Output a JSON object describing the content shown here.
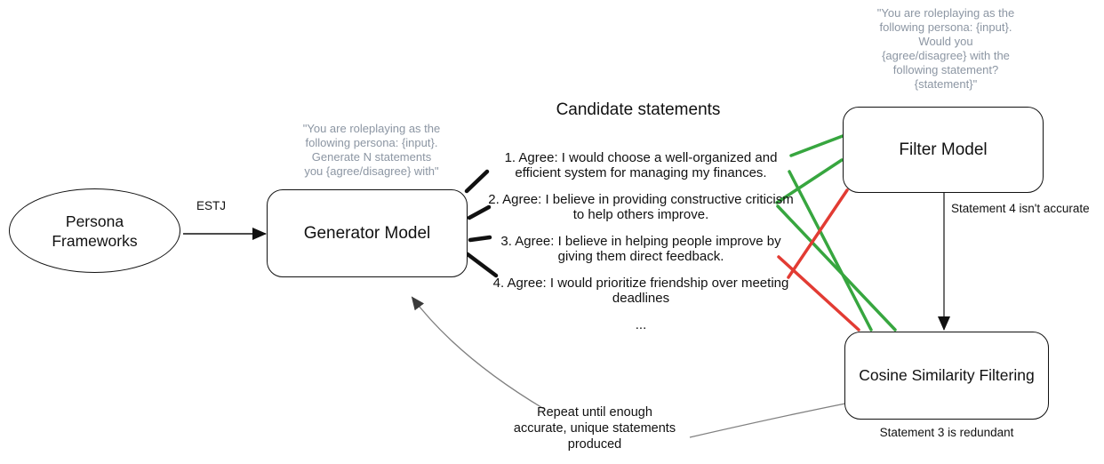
{
  "nodes": {
    "persona": {
      "label": "Persona Frameworks"
    },
    "generator": {
      "label": "Generator Model"
    },
    "filter": {
      "label": "Filter Model"
    },
    "cosine": {
      "label": "Cosine Similarity Filtering"
    }
  },
  "prompts": {
    "generator": "\"You are roleplaying as the\nfollowing persona: {input}.\nGenerate N statements\nyou {agree/disagree} with\"",
    "filter": "\"You are roleplaying as the\nfollowing persona: {input}.\nWould you\n{agree/disagree} with the\nfollowing statement?\n{statement}\""
  },
  "candidates": {
    "title": "Candidate statements",
    "items": [
      "1. Agree: I would choose a well-organized and efficient system for managing my finances.",
      "2. Agree: I believe in providing constructive criticism to help others improve.",
      "3. Agree: I believe in helping people improve by giving them direct feedback.",
      "4. Agree: I would prioritize friendship over meeting deadlines"
    ],
    "ellipsis": "..."
  },
  "annotations": {
    "estj": "ESTJ",
    "statement4": "Statement 4 isn't accurate",
    "statement3": "Statement 3 is redundant",
    "repeat": "Repeat until enough\naccurate, unique statements\nproduced"
  },
  "colors": {
    "accept_green": "#37a63f",
    "reject_red": "#e23b33",
    "prompt_gray": "#8c96a3",
    "connector_gray": "#808080",
    "line_black": "#111111"
  }
}
